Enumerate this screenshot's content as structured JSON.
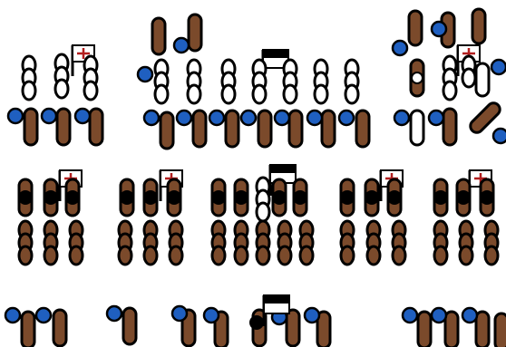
{
  "board": {
    "background": "#ffffff"
  },
  "colors": {
    "unit_brown": "#7b4a2b",
    "unit_white": "#ffffff",
    "outline": "#000000",
    "blue_token": "#1f5fc0",
    "black": "#000000",
    "flag_cross": "#b21e1e",
    "flag_white": "#ffffff"
  },
  "pieces": {
    "tall_unit": "tall-unit-icon",
    "short_unit": "short-unit-icon",
    "blue_token": "blue-token-icon",
    "black_token": "black-token-icon",
    "cross_flag": "cross-flag-icon",
    "black_flag": "black-flag-icon"
  },
  "groups": [
    {
      "name": "top-left-column",
      "type": "infantry"
    },
    {
      "name": "top-center-column",
      "type": "mixed"
    },
    {
      "name": "top-right-column",
      "type": "mixed"
    },
    {
      "name": "mid-left-block",
      "type": "cavalry"
    },
    {
      "name": "mid-center-block",
      "type": "cavalry"
    },
    {
      "name": "mid-right-block",
      "type": "cavalry"
    },
    {
      "name": "bottom-line",
      "type": "infantry"
    }
  ]
}
